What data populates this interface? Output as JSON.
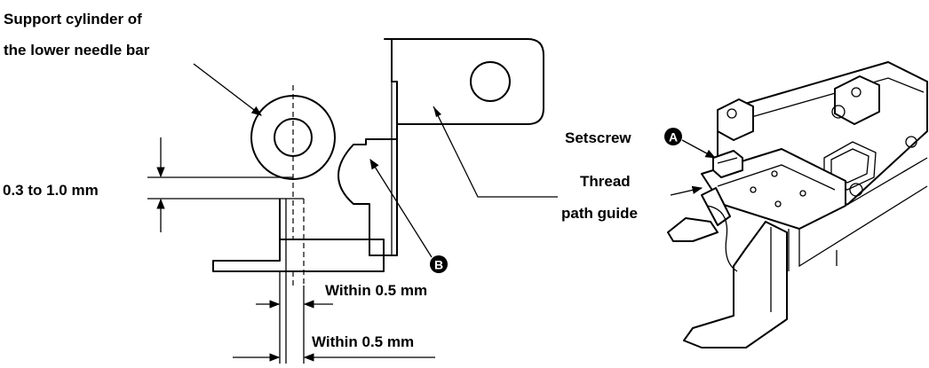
{
  "labels": {
    "support_cylinder_line1": "Support cylinder of",
    "support_cylinder_line2": "the lower needle bar",
    "gap_dimension": "0.3 to 1.0 mm",
    "within_upper": "Within 0.5 mm",
    "within_lower": "Within 0.5 mm",
    "setscrew": "Setscrew",
    "setscrew_marker": "A",
    "thread_line1": "Thread",
    "thread_line2": "path guide",
    "marker_b": "B"
  },
  "colors": {
    "ink": "#000000",
    "paper": "#ffffff"
  }
}
